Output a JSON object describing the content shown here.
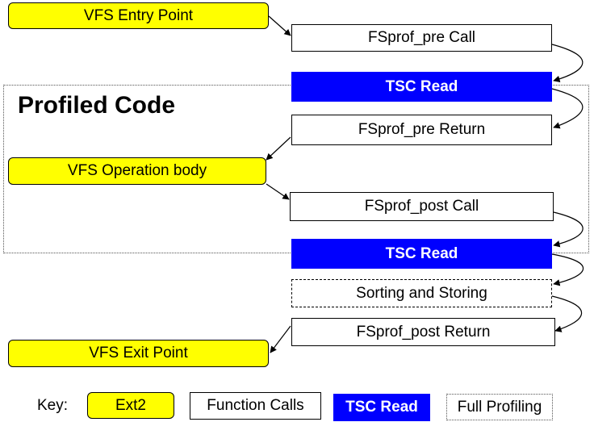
{
  "nodes": {
    "vfs_entry": "VFS Entry Point",
    "fsprof_pre_call": "FSprof_pre Call",
    "tsc_read_1": "TSC Read",
    "fsprof_pre_return": "FSprof_pre Return",
    "vfs_body": "VFS Operation body",
    "fsprof_post_call": "FSprof_post Call",
    "tsc_read_2": "TSC Read",
    "sorting_storing": "Sorting and Storing",
    "fsprof_post_return": "FSprof_post Return",
    "vfs_exit": "VFS Exit Point"
  },
  "region_label": "Profiled Code",
  "key": {
    "label": "Key:",
    "ext2": "Ext2",
    "function_calls": "Function Calls",
    "tsc_read": "TSC Read",
    "full_profiling": "Full Profiling"
  },
  "colors": {
    "ext2": "#ffff00",
    "tsc": "#0000ff"
  }
}
